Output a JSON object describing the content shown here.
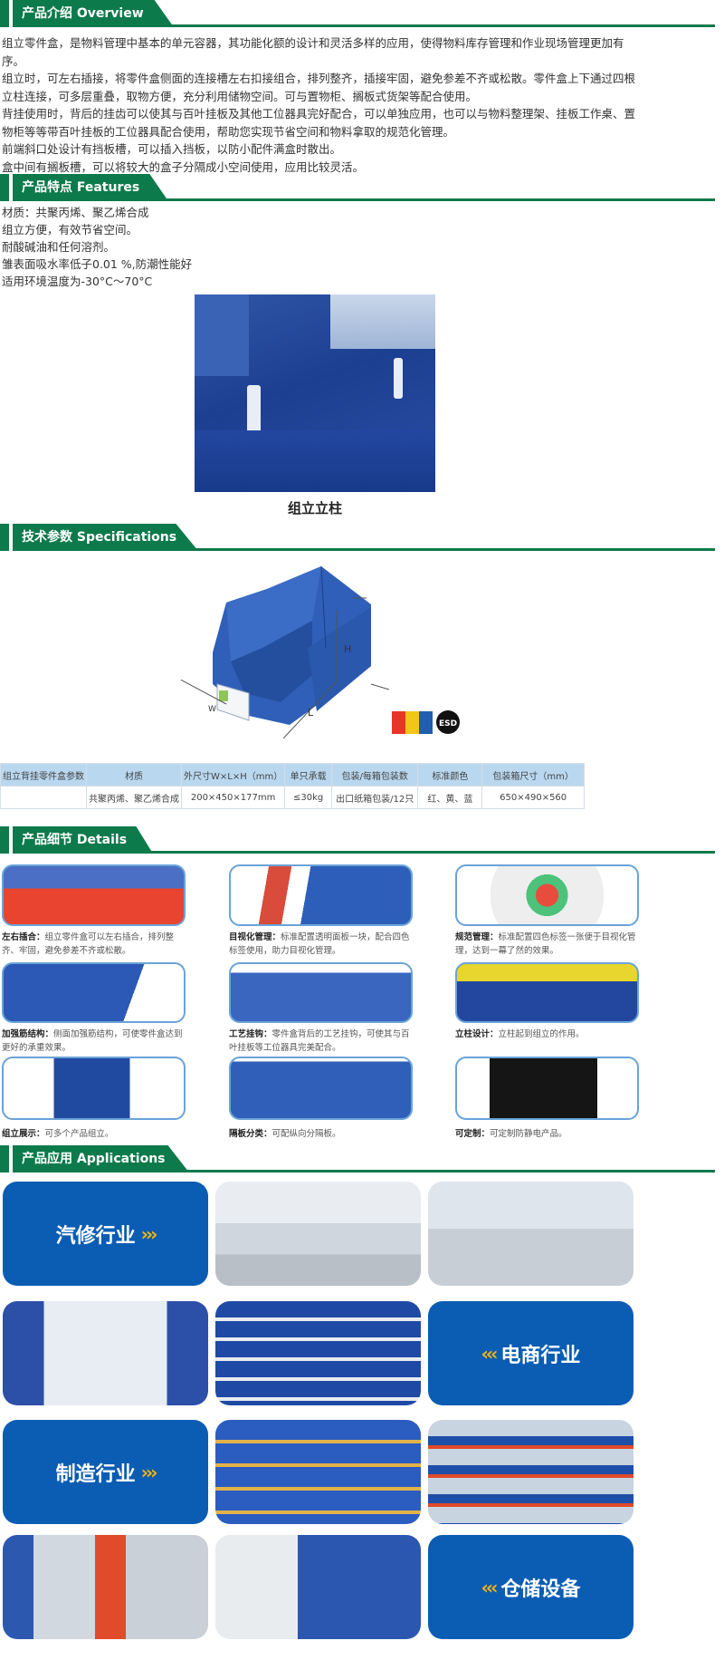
{
  "overview": {
    "title": "产品介绍 Overview",
    "paragraphs": [
      "组立零件盒，是物料管理中基本的单元容器，其功能化额的设计和灵活多样的应用，使得物料库存管理和作业现场管理更加有序。",
      "组立时，可左右插接，将零件盒侧面的连接槽左右扣接组合，排列整齐，插接牢固，避免参差不齐或松散。零件盒上下通过四根立柱连接，可多层重叠，取物方便，充分利用储物空间。可与置物柜、搁板式货架等配合使用。",
      "背挂使用时，背后的挂齿可以使其与百叶挂板及其他工位器具完好配合，可以单独应用，也可以与物料整理架、挂板工作桌、置物柜等等带百叶挂板的工位器具配合使用，帮助您实现节省空间和物料拿取的规范化管理。",
      "前端斜口处设计有挡板槽，可以插入挡板，以防小配件满盒时散出。",
      "盒中间有搁板槽，可以将较大的盒子分隔成小空间使用，应用比较灵活。"
    ]
  },
  "features": {
    "title": "产品特点 Features",
    "items": [
      "材质：共聚丙烯、聚乙烯合成",
      "组立方便，有效节省空间。",
      "耐酸碱油和任何溶剂。",
      "雏表面吸水率低子0.01 %,防潮性能好",
      "适用环境温度为-30°C～70°C"
    ],
    "image_caption": "组立立柱"
  },
  "specs": {
    "title": "技术参数 Specifications",
    "dim_labels": {
      "h": "H",
      "l": "L",
      "w": "W"
    },
    "esd_label": "ESD",
    "swatches": [
      "#e8352a",
      "#f2c619",
      "#1f5fad"
    ],
    "table": {
      "headers": [
        "组立背挂零件盒参数",
        "材质",
        "外尺寸W×L×H（mm）",
        "单只承载",
        "包装/每箱包装数",
        "标准颜色",
        "包装箱尺寸（mm）"
      ],
      "row": [
        "",
        "共聚丙烯、聚乙烯合成",
        "200×450×177mm",
        "≤30kg",
        "出口纸箱包装/12只",
        "红、黄、蓝",
        "650×490×560"
      ]
    }
  },
  "details": {
    "title": "产品细节 Details",
    "items": [
      {
        "name": "左右插合：",
        "desc": "组立零件盒可以左右插合，排列整齐、牢固，避免参差不齐或松散。"
      },
      {
        "name": "目视化管理：",
        "desc": "标准配置透明面板一块，配合四色标签使用，助力目视化管理。"
      },
      {
        "name": "规范管理：",
        "desc": "标准配置四色标签一张便于目视化管理，达到一幕了然的效果。"
      },
      {
        "name": "加强筋结构：",
        "desc": "侧面加强筋结构，可使零件盒达到更好的承重效果。"
      },
      {
        "name": "工艺挂钩：",
        "desc": "零件盒背后的工艺挂钩，可使其与百叶挂板等工位器具完美配合。"
      },
      {
        "name": "立柱设计：",
        "desc": "立柱起到组立的作用。"
      },
      {
        "name": "组立展示：",
        "desc": "可多个产品组立。"
      },
      {
        "name": "隔板分类：",
        "desc": "可配纵向分隔板。"
      },
      {
        "name": "可定制：",
        "desc": "可定制防静电产品。"
      }
    ]
  },
  "applications": {
    "title": "产品应用 Applications",
    "tiles": [
      {
        "label": "汽修行业",
        "chev": "›››"
      },
      {
        "label": "电商行业",
        "chev": "‹‹‹"
      },
      {
        "label": "制造行业",
        "chev": "›››"
      },
      {
        "label": "仓储设备",
        "chev": "‹‹‹"
      }
    ]
  },
  "colors": {
    "green": "#0d7a4b",
    "blue": "#0b5db3",
    "accent": "#f5b50f"
  }
}
